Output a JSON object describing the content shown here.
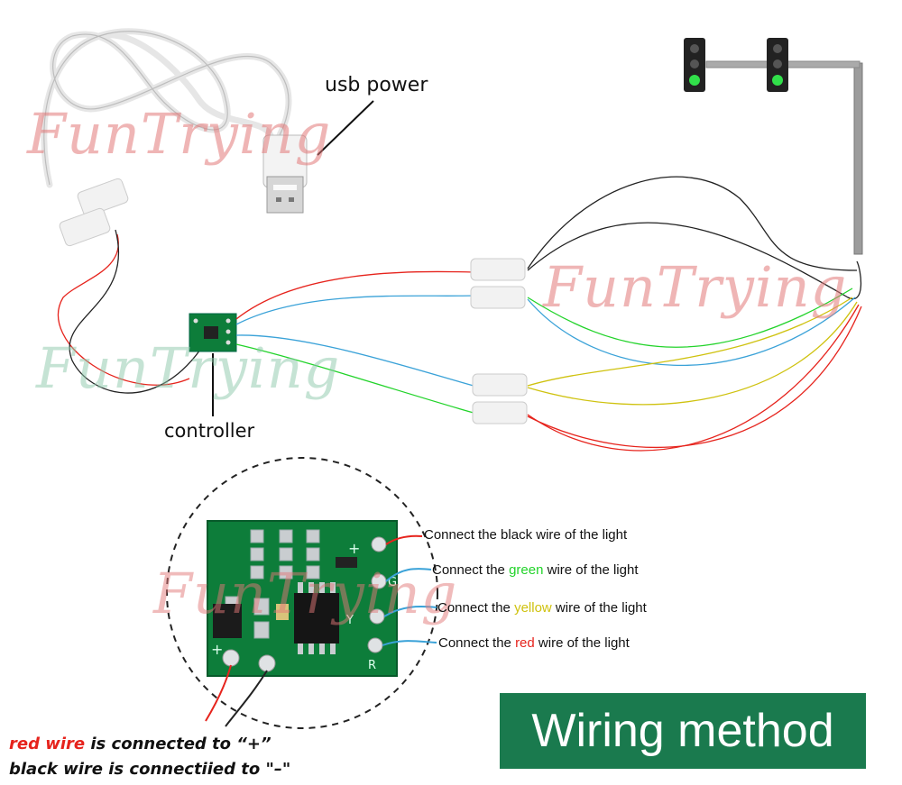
{
  "labels": {
    "usb_power": "usb power",
    "controller": "controller"
  },
  "connections": {
    "black": {
      "prefix": "Connect the black wire of the light"
    },
    "green": {
      "prefix": "Connect the ",
      "color_word": "green",
      "suffix": " wire of the light"
    },
    "yellow": {
      "prefix": "Connect the ",
      "color_word": "yellow",
      "suffix": " wire of  the light"
    },
    "red": {
      "prefix": "Connect the ",
      "color_word": "red",
      "suffix": " wire of  the light"
    }
  },
  "notes": {
    "red_word": "red wire",
    "red_rest": " is connected to “+”",
    "black_line": "black wire is connectiied to \"–\""
  },
  "title": "Wiring method",
  "watermark": "FunTrying",
  "pcb_marks": {
    "plus": "+",
    "g": "G",
    "y": "Y",
    "r": "R"
  },
  "colors": {
    "pcb_green": "#0d7d3a",
    "badge_green": "#1a7a4e",
    "wire_red": "#e6231c",
    "wire_green": "#22d32a",
    "wire_yellow": "#cfc20f",
    "wire_blue": "#3aa2d8",
    "wire_black": "#222222"
  }
}
